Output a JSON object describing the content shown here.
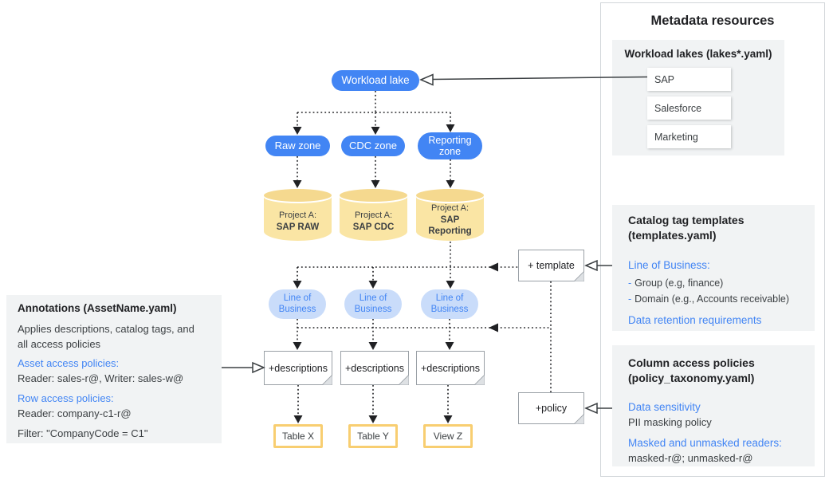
{
  "panels": {
    "metadata": {
      "title": "Metadata resources",
      "workload_lakes": {
        "title": "Workload lakes (lakes*.yaml)",
        "items": [
          "SAP",
          "Salesforce",
          "Marketing"
        ]
      },
      "catalog": {
        "title_line1": "Catalog tag templates",
        "title_line2": "(templates.yaml)",
        "line_of_business_label": "Line of Business:",
        "bullets": [
          {
            "dash": "-",
            "text": "Group (e.g, finance)"
          },
          {
            "dash": "-",
            "text": "Domain (e.g., Accounts receivable)"
          }
        ],
        "data_retention_label": "Data retention requirements"
      },
      "column_access": {
        "title_line1": "Column access policies",
        "title_line2": "(policy_taxonomy.yaml)",
        "data_sensitivity_label": "Data sensitivity",
        "data_sensitivity_value": "PII masking policy",
        "readers_label": "Masked and unmasked readers:",
        "readers_value": "masked-r@; unmasked-r@"
      }
    },
    "annotations": {
      "title": "Annotations (AssetName.yaml)",
      "description_line1": "Applies descriptions, catalog tags, and",
      "description_line2": "all access policies",
      "asset_access_label": "Asset access policies:",
      "asset_access_value": "Reader: sales-r@, Writer: sales-w@",
      "row_access_label": "Row access policies:",
      "row_access_value": "Reader: company-c1-r@",
      "filter_value": "Filter: \"CompanyCode = C1\""
    }
  },
  "diagram": {
    "workload_lake_label": "Workload lake",
    "zones": [
      "Raw zone",
      "CDC zone",
      "Reporting zone"
    ],
    "cylinders": [
      {
        "line1": "Project A:",
        "line2": "SAP RAW"
      },
      {
        "line1": "Project A:",
        "line2": "SAP CDC"
      },
      {
        "line1": "Project A:",
        "line2": "SAP Reporting"
      }
    ],
    "lob_pills": [
      "Line of Business",
      "Line of Business",
      "Line of Business"
    ],
    "description_notes": [
      "+descriptions",
      "+descriptions",
      "+descriptions"
    ],
    "outputs": [
      "Table X",
      "Table Y",
      "View Z"
    ],
    "template_note_label": "+ template",
    "policy_note_label": "+policy"
  },
  "colors": {
    "accent_blue": "#4285f4",
    "light_blue_pill": "#c9dcfa",
    "cylinder_yellow": "#fae5a4",
    "cylinder_top_yellow": "#f5d98f",
    "table_border_yellow": "#f8ce71",
    "panel_gray": "#f1f3f4",
    "line_dark": "#202124"
  }
}
